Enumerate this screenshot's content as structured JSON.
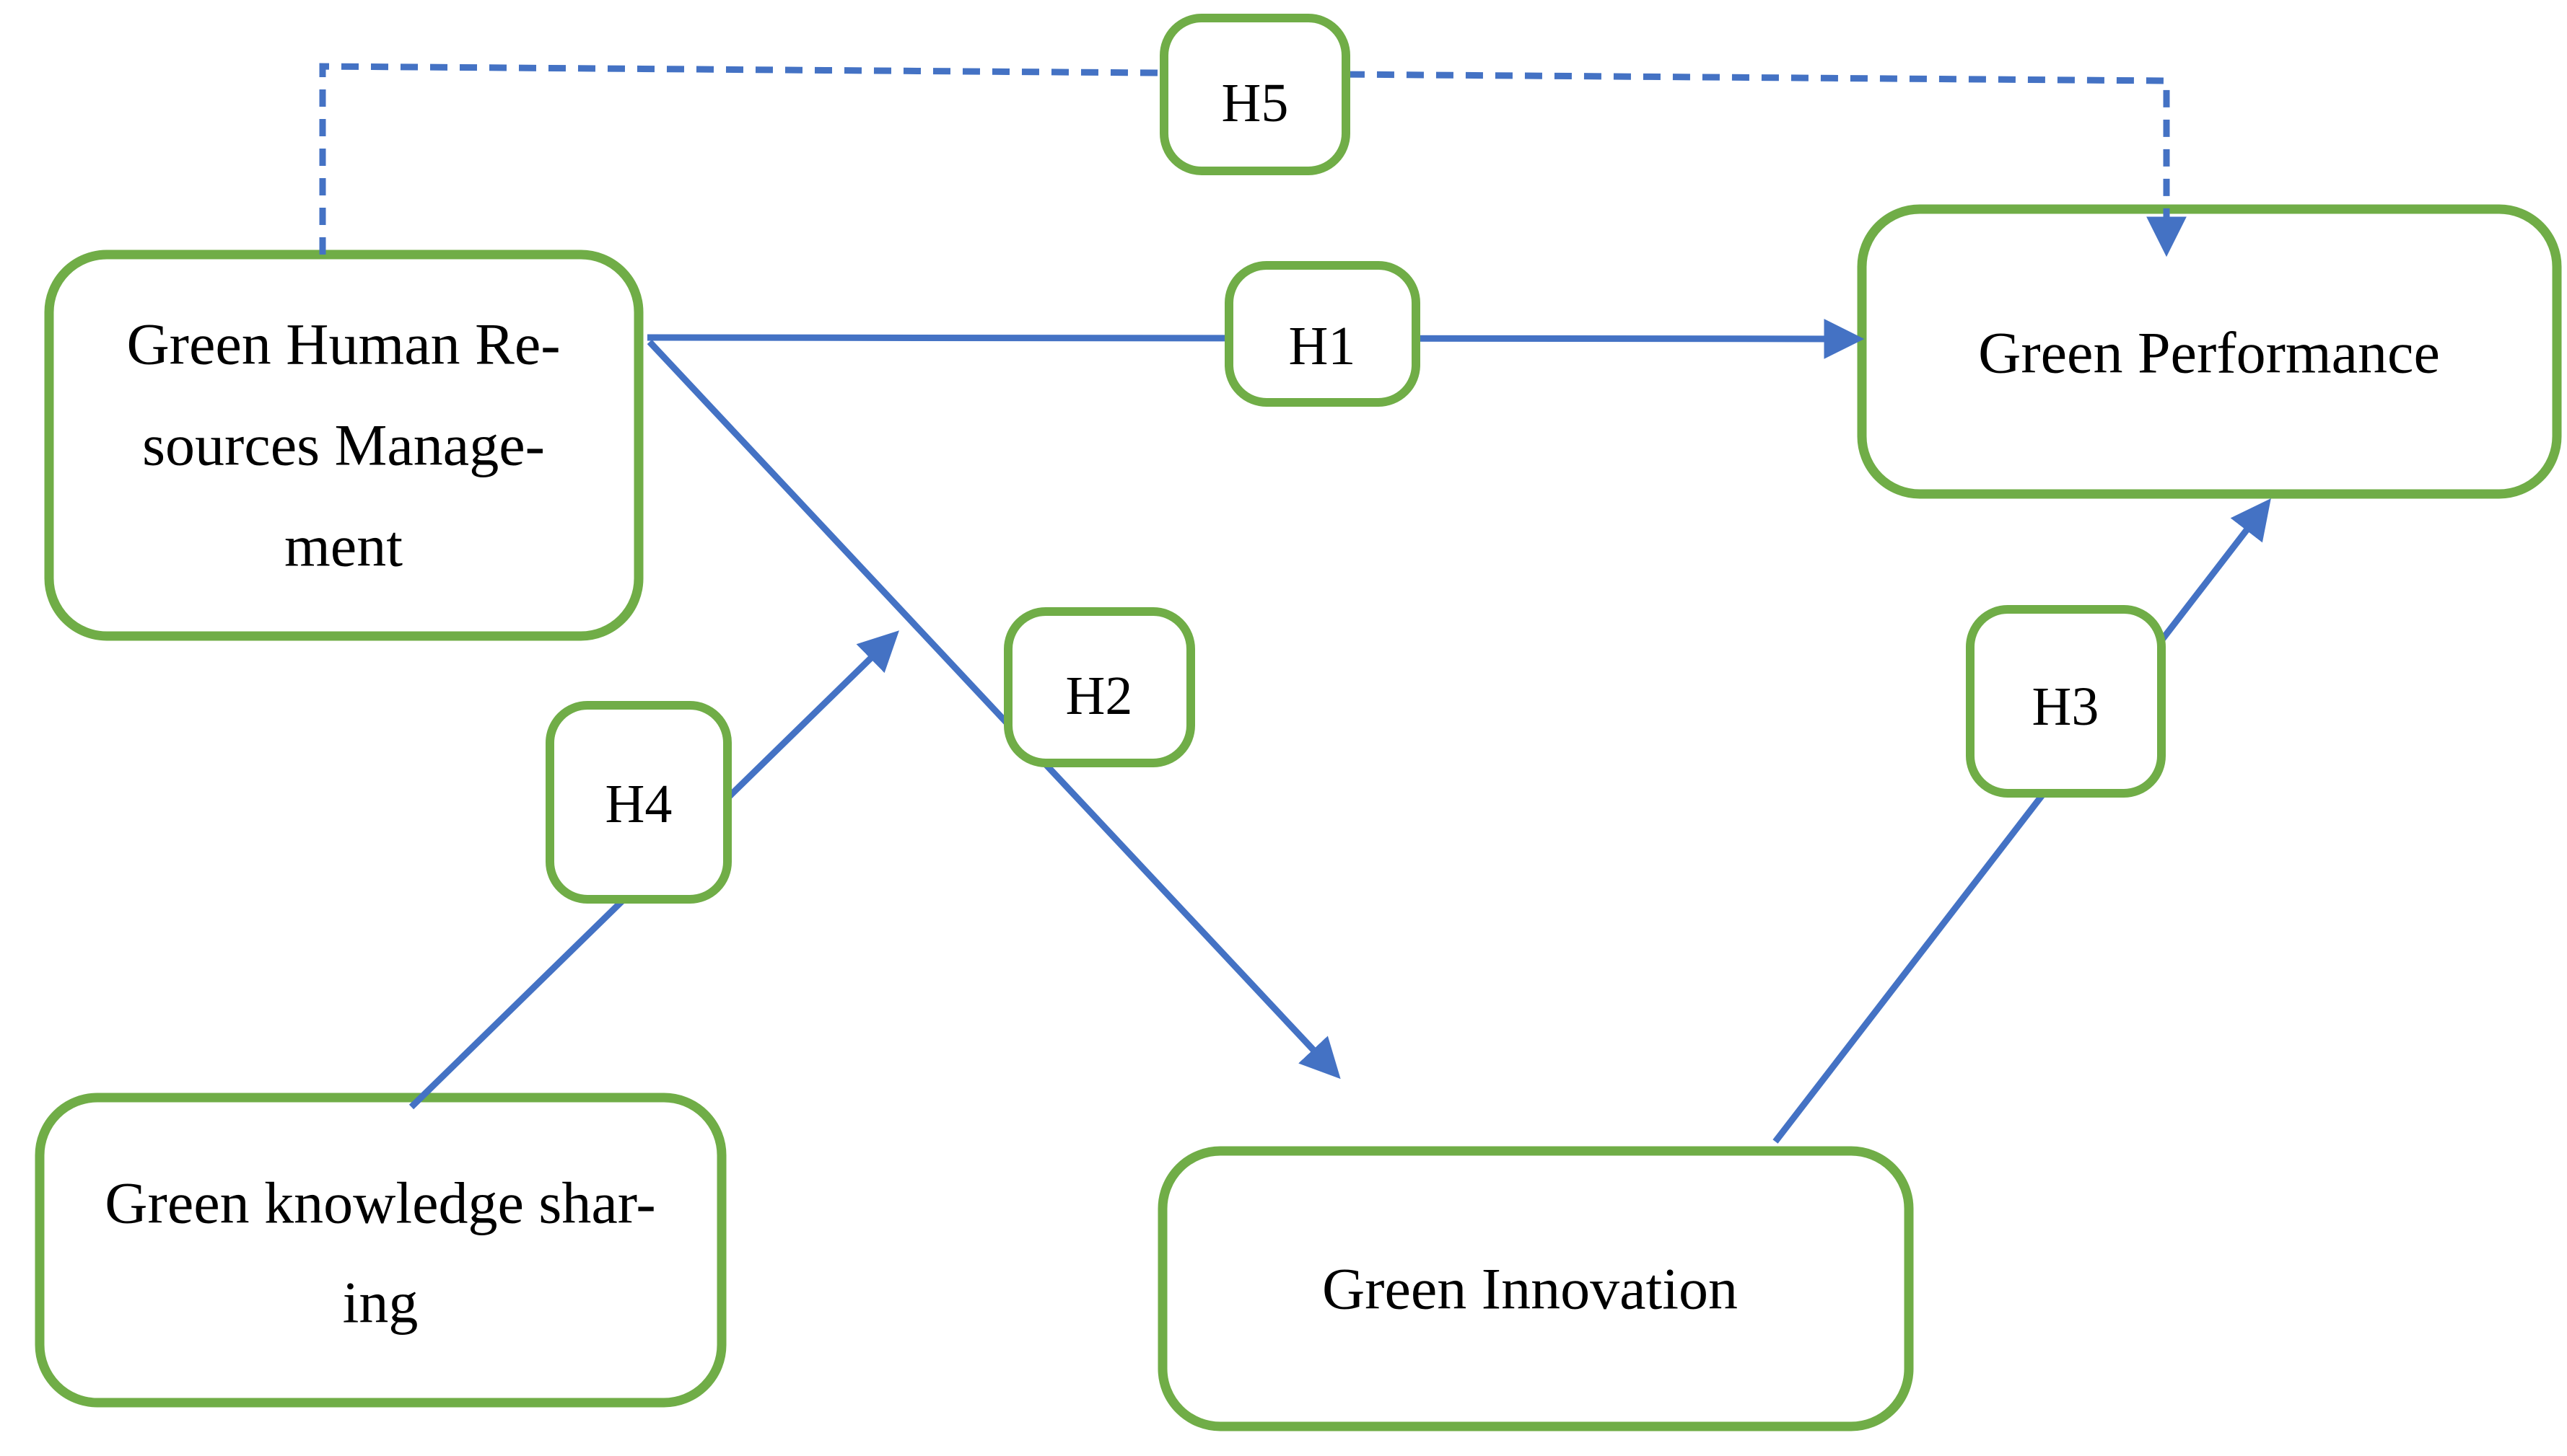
{
  "diagram": {
    "colors": {
      "background": "#ffffff",
      "node_border": "#70AD47",
      "arrow": "#4472C4",
      "text": "#000000"
    },
    "nodes": {
      "ghrm": {
        "name": "Green Human Resources Management",
        "lines": [
          "Green Human Re-",
          "sources Manage-",
          "ment"
        ]
      },
      "green_performance": {
        "name": "Green Performance",
        "lines": [
          "Green Performance"
        ]
      },
      "green_knowledge_sharing": {
        "name": "Green knowledge sharing",
        "lines": [
          "Green knowledge shar-",
          "ing"
        ]
      },
      "green_innovation": {
        "name": "Green Innovation",
        "lines": [
          "Green Innovation"
        ]
      }
    },
    "hypotheses": {
      "h1": {
        "label": "H1",
        "from": "ghrm",
        "to": "green_performance",
        "line_style": "solid"
      },
      "h2": {
        "label": "H2",
        "from": "ghrm",
        "to": "green_innovation",
        "line_style": "solid"
      },
      "h3": {
        "label": "H3",
        "from": "green_innovation",
        "to": "green_performance",
        "line_style": "solid"
      },
      "h4": {
        "label": "H4",
        "from": "green_knowledge_sharing",
        "to": "ghrm_green_innovation_path",
        "line_style": "solid"
      },
      "h5": {
        "label": "H5",
        "from": "ghrm",
        "to": "green_performance",
        "line_style": "dashed"
      }
    }
  }
}
